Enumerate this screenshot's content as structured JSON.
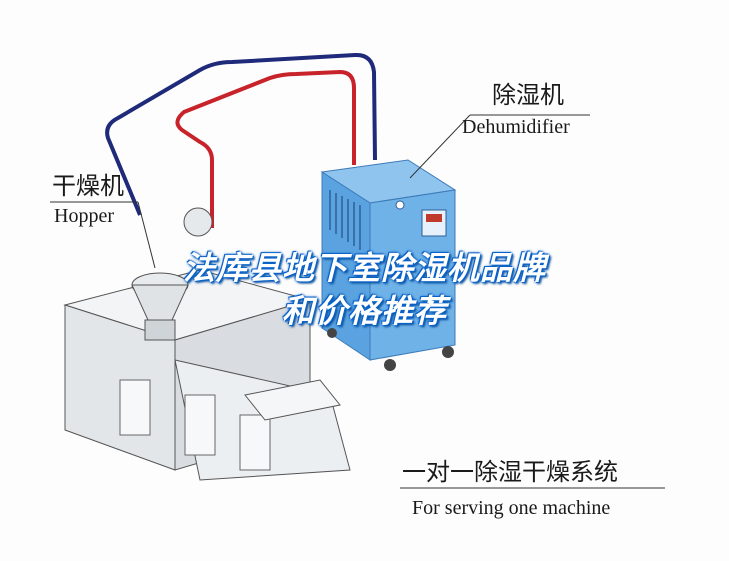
{
  "banner": {
    "line1": "法库县地下室除湿机品牌",
    "line2": "和价格推荐"
  },
  "labels": {
    "dehumidifier_cn": "除湿机",
    "dehumidifier_en": "Dehumidifier",
    "hopper_cn": "干燥机",
    "hopper_en": "Hopper",
    "system_cn": "一对一除湿干燥系统",
    "system_en": "For serving one machine"
  },
  "colors": {
    "pipe_blue": "#1f2a7a",
    "pipe_red": "#c8232a",
    "cabinet_blue": "#5aa3e0",
    "machine_gray": "#e9ecef",
    "banner_text": "#ffffff",
    "banner_outline": "#0a63c9"
  }
}
